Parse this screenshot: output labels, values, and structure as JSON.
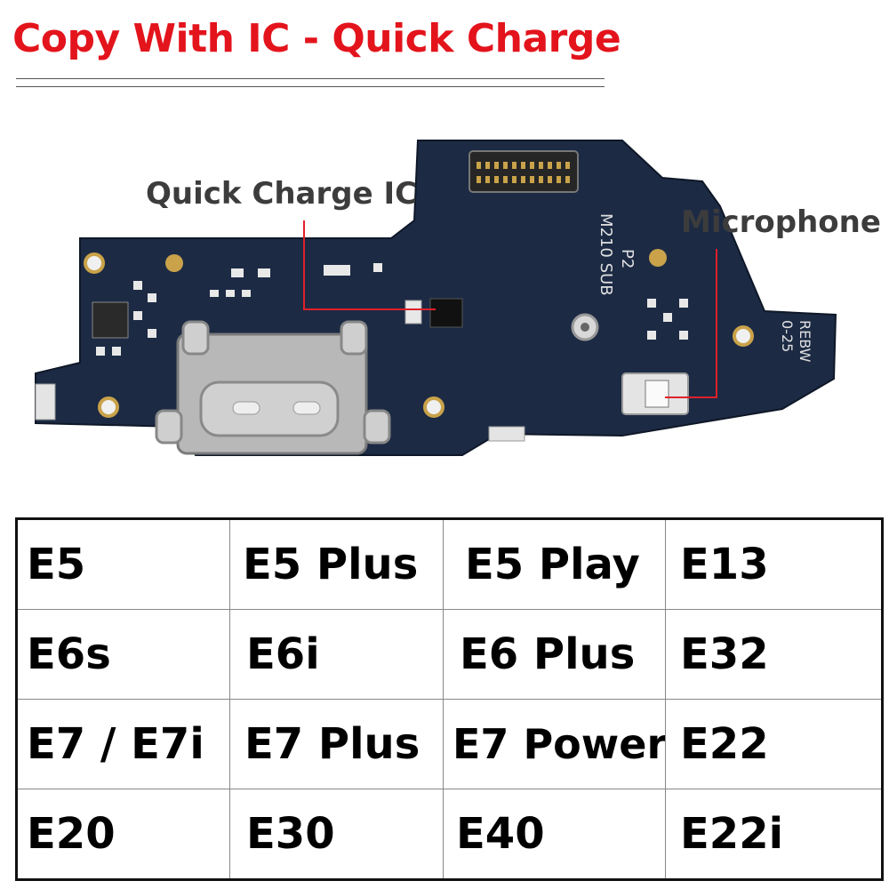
{
  "title": "Copy With IC - Quick Charge",
  "labels": {
    "quick_charge_ic": "Quick Charge IC",
    "microphone": "Microphone"
  },
  "board_text": {
    "silk_1": "M210 SUB",
    "silk_2": "P2",
    "silk_3": "0-25",
    "silk_4": "REBW"
  },
  "colors": {
    "title": "#e3141c",
    "pcb": "#1c2a44",
    "callout_line": "#e0202a"
  },
  "models": [
    [
      "E5",
      "E5 Plus",
      "E5 Play",
      "E13"
    ],
    [
      "E6s",
      "E6i",
      "E6 Plus",
      "E32"
    ],
    [
      "E7 / E7i",
      "E7 Plus",
      "E7 Power",
      "E22"
    ],
    [
      "E20",
      "E30",
      "E40",
      "E22i"
    ]
  ]
}
